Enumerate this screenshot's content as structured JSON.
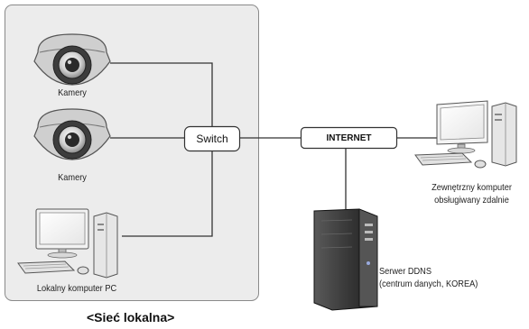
{
  "lan": {
    "caption": "<Sieć lokalna>",
    "camera_1_label": "Kamery",
    "camera_2_label": "Kamery",
    "local_pc_label": "Lokalny komputer PC",
    "switch_label": "Switch"
  },
  "internet_label": "INTERNET",
  "remote_pc": {
    "label_line1": "Zewnętrzny komputer",
    "label_line2": "obsługiwany zdalnie"
  },
  "ddns_server": {
    "label_line1": "Serwer DDNS",
    "label_line2": "(centrum danych, KOREA)"
  }
}
